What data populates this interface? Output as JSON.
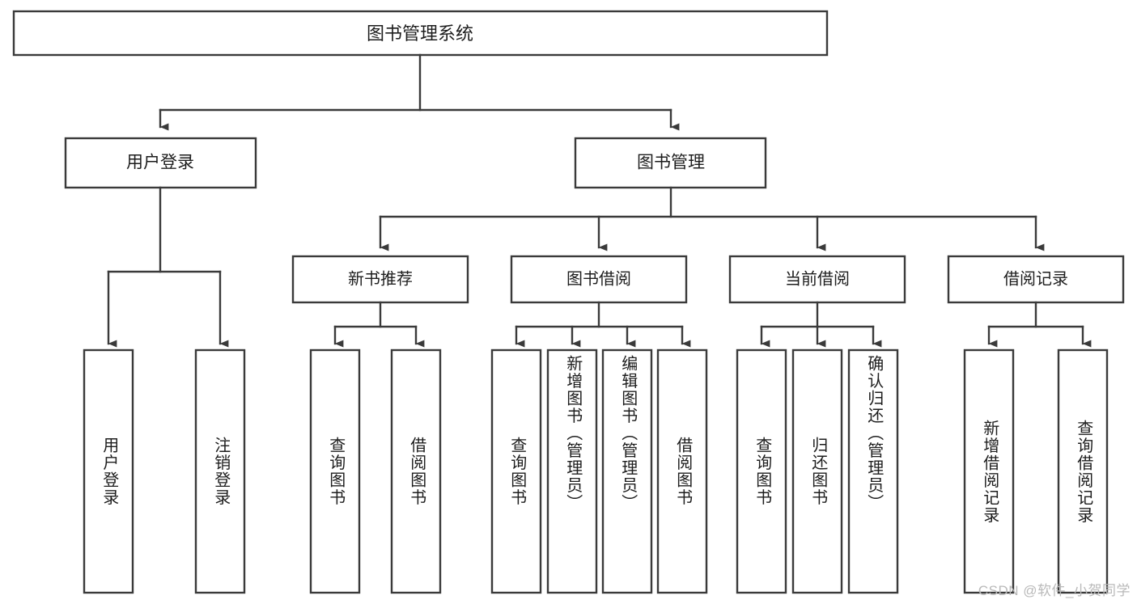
{
  "diagram": {
    "type": "tree-hierarchy",
    "title": "图书管理系统",
    "watermark": "CSDN @软件_小贺同学",
    "colors": {
      "stroke": "#3a3a3a",
      "box_fill": "#ffffff",
      "text": "#1d1d1d",
      "background": "#ffffff",
      "watermark": "#b9b9b9"
    },
    "levels": {
      "root": {
        "label": "图书管理系统"
      },
      "level2": [
        {
          "label": "用户登录"
        },
        {
          "label": "图书管理"
        }
      ],
      "level3": [
        {
          "label": "新书推荐"
        },
        {
          "label": "图书借阅"
        },
        {
          "label": "当前借阅"
        },
        {
          "label": "借阅记录"
        }
      ],
      "leaves": [
        {
          "label": "用户登录",
          "parent": "用户登录"
        },
        {
          "label": "注销登录",
          "parent": "用户登录"
        },
        {
          "label": "查询图书",
          "parent": "新书推荐"
        },
        {
          "label": "借阅图书",
          "parent": "新书推荐"
        },
        {
          "label": "查询图书",
          "parent": "图书借阅"
        },
        {
          "label": "新增图书（管理员）",
          "parent": "图书借阅"
        },
        {
          "label": "编辑图书（管理员）",
          "parent": "图书借阅"
        },
        {
          "label": "借阅图书",
          "parent": "图书借阅"
        },
        {
          "label": "查询图书",
          "parent": "当前借阅"
        },
        {
          "label": "归还图书",
          "parent": "当前借阅"
        },
        {
          "label": "确认归还（管理员）",
          "parent": "当前借阅"
        },
        {
          "label": "新增借阅记录",
          "parent": "借阅记录"
        },
        {
          "label": "查询借阅记录",
          "parent": "借阅记录"
        }
      ]
    }
  }
}
